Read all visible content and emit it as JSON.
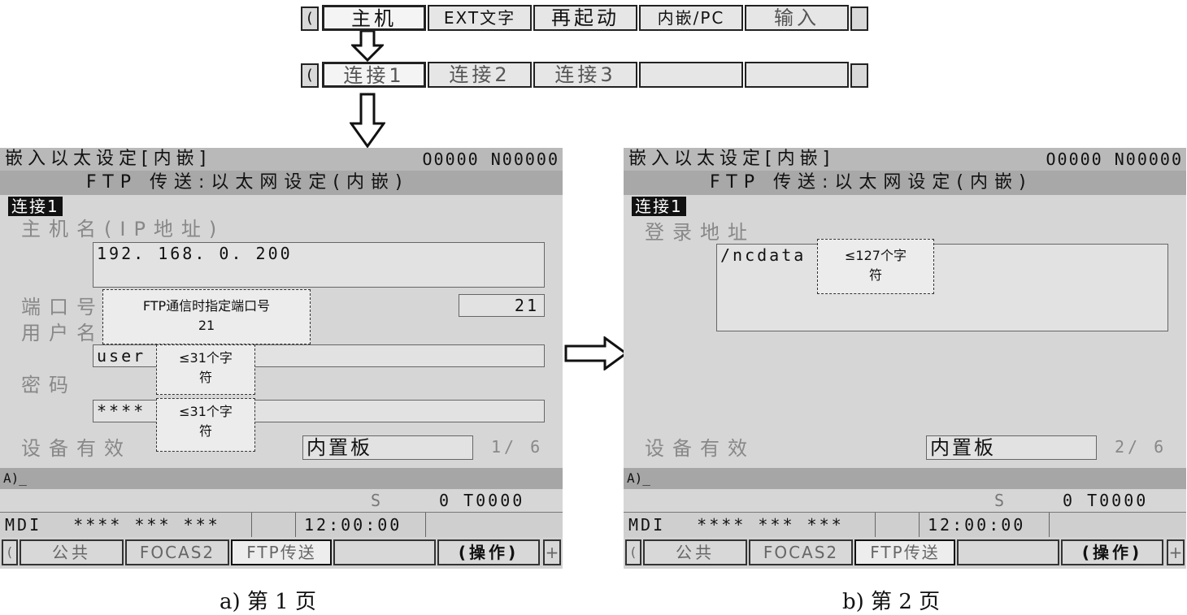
{
  "top_softkeys_row1": {
    "left_edge": "(",
    "keys": [
      "主机",
      "EXT文字",
      "再起动",
      "内嵌/PC",
      "输入"
    ],
    "right_edge": ""
  },
  "top_softkeys_row2": {
    "left_edge": "(",
    "keys": [
      "连接1",
      "连接2",
      "连接3",
      "",
      ""
    ],
    "right_edge": ""
  },
  "screen_a": {
    "title": "嵌入以太设定[内嵌]",
    "onum": "O0000 N00000",
    "subtitle": "FTP  传送:以太网设定(内嵌)",
    "tag": "连接1",
    "host_label": "主机名(IP地址)",
    "host_value": "192. 168. 0. 200",
    "port_label": "端口号",
    "port_value": "21",
    "user_label": "用户名",
    "user_value": "user",
    "pwd_label": "密码",
    "pwd_value": "****",
    "dev_label": "设备有效",
    "dev_value": "内置板",
    "page": "1/ 6",
    "callout_port_line1": "FTP通信时指定端口号",
    "callout_port_line2": "21",
    "callout_user_line1": "≤31个字",
    "callout_user_line2": "符",
    "callout_pwd_line1": "≤31个字",
    "callout_pwd_line2": "符",
    "cmdline": "A)_",
    "s_label": "S",
    "s_value": "0 T0000",
    "mode": "MDI",
    "stars": "**** *** ***",
    "time": "12:00:00",
    "bottom_left_edge": "(",
    "bottom_keys": [
      "公共",
      "FOCAS2",
      "FTP传送",
      "",
      "(操作)"
    ],
    "bottom_right_edge": "+",
    "caption": "a) 第 1 页"
  },
  "screen_b": {
    "title": "嵌入以太设定[内嵌]",
    "onum": "O0000 N00000",
    "subtitle": "FTP  传送:以太网设定(内嵌)",
    "tag": "连接1",
    "login_label": "登录地址",
    "login_value": "/ncdata",
    "callout_line1": "≤127个字",
    "callout_line2": "符",
    "dev_label": "设备有效",
    "dev_value": "内置板",
    "page": "2/ 6",
    "cmdline": "A)_",
    "s_label": "S",
    "s_value": "0 T0000",
    "mode": "MDI",
    "stars": "**** *** ***",
    "time": "12:00:00",
    "bottom_left_edge": "(",
    "bottom_keys": [
      "公共",
      "FOCAS2",
      "FTP传送",
      "",
      "(操作)"
    ],
    "bottom_right_edge": "+",
    "caption": "b) 第 2 页"
  }
}
